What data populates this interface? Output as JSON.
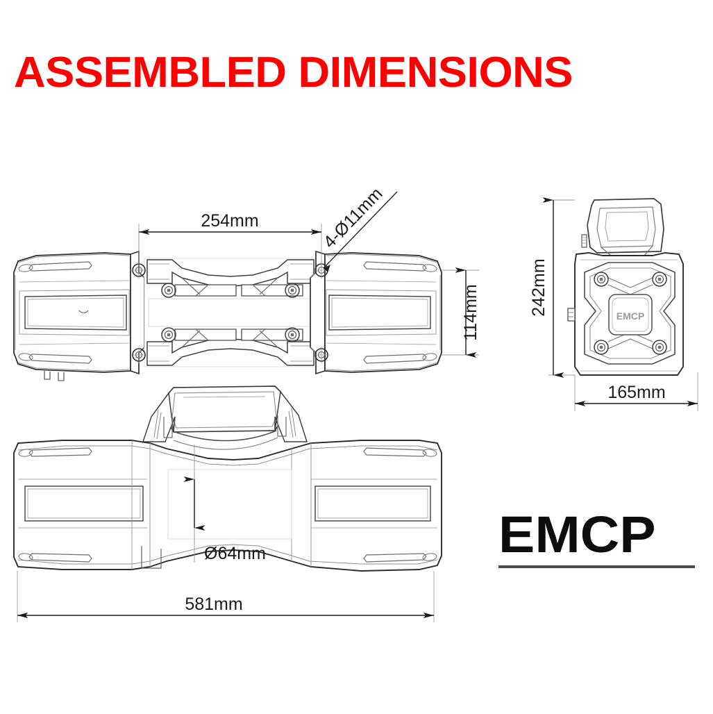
{
  "title": "ASSEMBLED DIMENSIONS",
  "brand": {
    "name": "EMCP",
    "embossed_logo": "EMCP"
  },
  "views": {
    "top": {
      "name": "top-view"
    },
    "front": {
      "name": "front-view"
    },
    "side": {
      "name": "side-view"
    }
  },
  "dimensions": {
    "bolt_pattern_length": "254mm",
    "bolt_hole_callout": "4-Ø11mm",
    "drum_housing_width": "114mm",
    "overall_height": "242mm",
    "overall_depth": "165mm",
    "drum_diameter": "Ø64mm",
    "overall_length": "581mm"
  },
  "colors": {
    "title_red": "#ff0000",
    "line_dark": "#1a1a1a",
    "line_mid": "#6b6b6b",
    "line_light": "#a8a8a8",
    "background": "#ffffff"
  }
}
